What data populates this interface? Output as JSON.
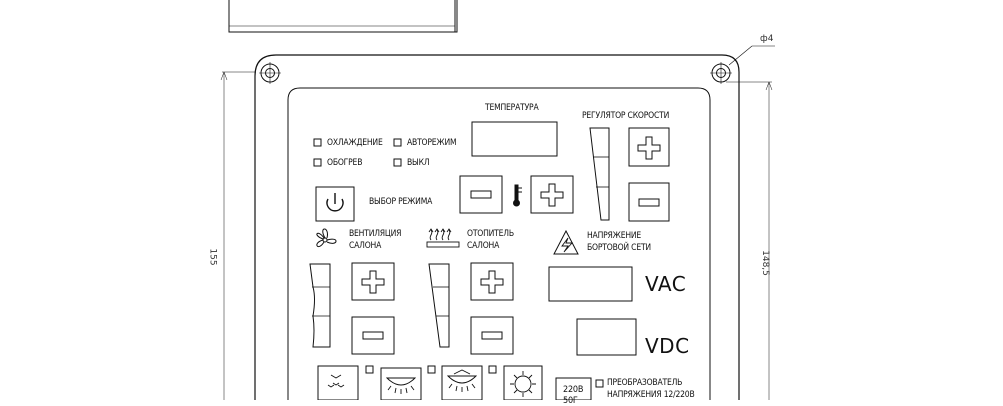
{
  "panel": {
    "temperature_label": "ТЕМПЕРАТУРА",
    "speed_regulator_label": "РЕГУЛЯТОР СКОРОСТИ",
    "modes": [
      "ОХЛАЖДЕНИЕ",
      "АВТОРЕЖИМ",
      "ОБОГРЕВ",
      "ВЫКЛ"
    ],
    "mode_select_label": "ВЫБОР РЕЖИМА",
    "ventilation_label": [
      "ВЕНТИЛЯЦИЯ",
      "САЛОНА"
    ],
    "heater_label": [
      "ОТОПИТЕЛЬ",
      "САЛОНА"
    ],
    "voltage_label": [
      "НАПРЯЖЕНИЕ",
      "БОРТОВОЙ СЕТИ"
    ],
    "vac_label": "VAC",
    "vdc_label": "VDC",
    "socket_label": [
      "220В",
      "50Г"
    ],
    "converter_label": [
      "ПРЕОБРАЗОВАТЕЛЬ",
      "НАПРЯЖЕНИЯ 12/220В"
    ]
  },
  "dimensions": {
    "hole_diameter": "ф4",
    "height_outer": "155",
    "height_inner": "148,5"
  },
  "icons": [
    "power-icon",
    "thermometer-icon",
    "fan-icon",
    "heater-icon",
    "lightning-icon",
    "plus-icon",
    "minus-icon",
    "reading-light-icon",
    "ceiling-light-icon",
    "sun-light-icon"
  ]
}
